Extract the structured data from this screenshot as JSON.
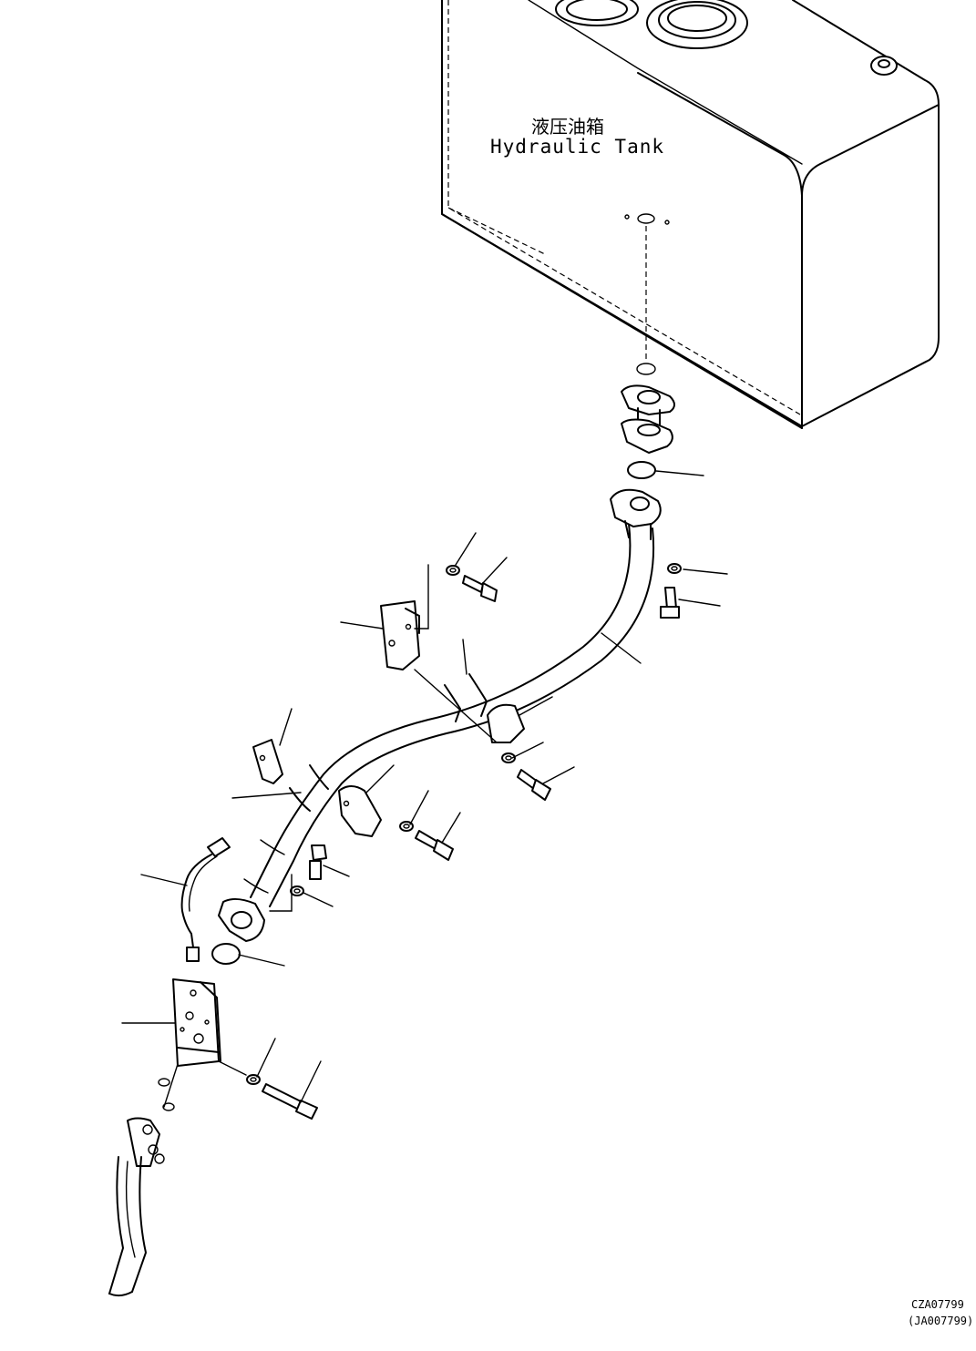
{
  "tank": {
    "label_cn": "液压油箱",
    "label_en": "Hydraulic Tank"
  },
  "drawing_codes": {
    "primary": "CZA07799",
    "secondary": "(JA007799)"
  }
}
